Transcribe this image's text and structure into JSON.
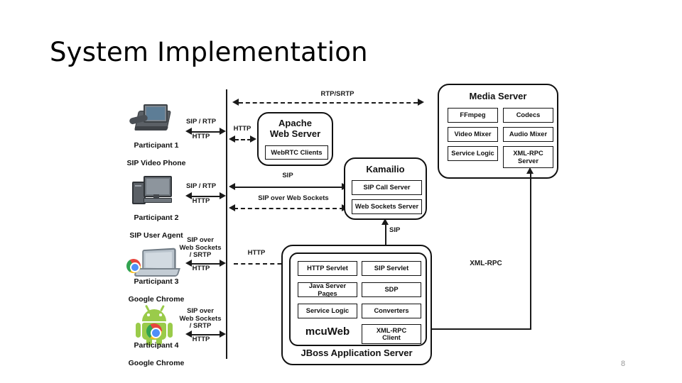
{
  "slide": {
    "title": "System Implementation",
    "page_number": "8"
  },
  "participants": [
    {
      "id": "p1",
      "name": "Participant 1",
      "device": "SIP Video Phone",
      "icon": "sip-video-phone-icon",
      "link_top": "SIP / RTP",
      "link_bottom": "HTTP"
    },
    {
      "id": "p2",
      "name": "Participant 2",
      "device": "SIP User Agent",
      "icon": "desktop-computer-icon",
      "link_top": "SIP / RTP",
      "link_bottom": "HTTP"
    },
    {
      "id": "p3",
      "name": "Participant 3",
      "device": "Google Chrome",
      "icon": "laptop-chrome-icon",
      "link_top": "SIP  over\nWeb Sockets\n/ SRTP",
      "link_bottom": "HTTP"
    },
    {
      "id": "p4",
      "name": "Participant 4",
      "device": "Google Chrome",
      "icon": "android-chrome-icon",
      "link_top": "SIP  over\nWeb Sockets\n/ SRTP",
      "link_bottom": "HTTP"
    }
  ],
  "servers": {
    "apache": {
      "title": "Apache\nWeb Server",
      "components": [
        "WebRTC Clients"
      ]
    },
    "kamailio": {
      "title": "Kamailio",
      "components": [
        "SIP Call Server",
        "Web Sockets Server"
      ]
    },
    "media": {
      "title": "Media Server",
      "components": [
        "FFmpeg",
        "Codecs",
        "Video Mixer",
        "Audio Mixer",
        "Service Logic",
        "XML-RPC\nServer"
      ]
    },
    "jboss": {
      "title": "JBoss Application Server",
      "inner_title": "mcuWeb",
      "components": [
        "HTTP Servlet",
        "SIP Servlet",
        "Java Server Pages",
        "SDP",
        "Service Logic",
        "Converters",
        "XML-RPC\nClient"
      ]
    }
  },
  "connectors": {
    "rtp_srtp": "RTP/SRTP",
    "http_apache": "HTTP",
    "sip": "SIP",
    "sip_over_websockets": "SIP over Web Sockets",
    "http_jboss": "HTTP",
    "sip_vertical": "SIP",
    "xml_rpc": "XML-RPC"
  }
}
